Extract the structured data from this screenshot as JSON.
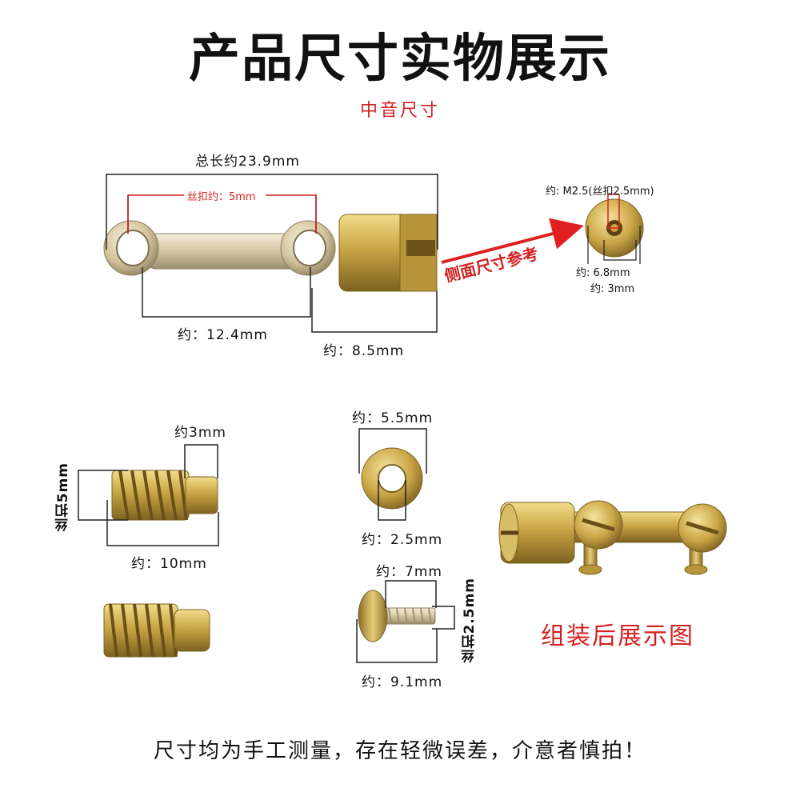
{
  "title": "产品尺寸实物展示",
  "subtitle": "中音尺寸",
  "connector": {
    "total_length": "总长约23.9mm",
    "thread": "丝扣约：5mm",
    "hole_spacing": "约：12.4mm",
    "head_length": "约：8.5mm"
  },
  "side_view": {
    "thread": "约: M2.5(丝扣2.5mm)",
    "arrow_label": "侧面尺寸参考",
    "diameter": "约: 6.8mm",
    "inner": "约: 3mm"
  },
  "set_screw": {
    "tip_length": "约3mm",
    "thread": "丝扣5mm",
    "length": "约：10mm"
  },
  "washer": {
    "outer": "约：5.5mm",
    "inner": "约：2.5mm"
  },
  "screw": {
    "head": "约：7mm",
    "thread": "丝扣2.5mm",
    "length": "约：9.1mm"
  },
  "assembled_label": "组装后展示图",
  "footer": "尺寸均为手工测量，存在轻微误差，介意者慎拍！",
  "colors": {
    "accent_red": "#d42020",
    "brass": "#c9a545",
    "silver_brass": "#d8cba9"
  }
}
